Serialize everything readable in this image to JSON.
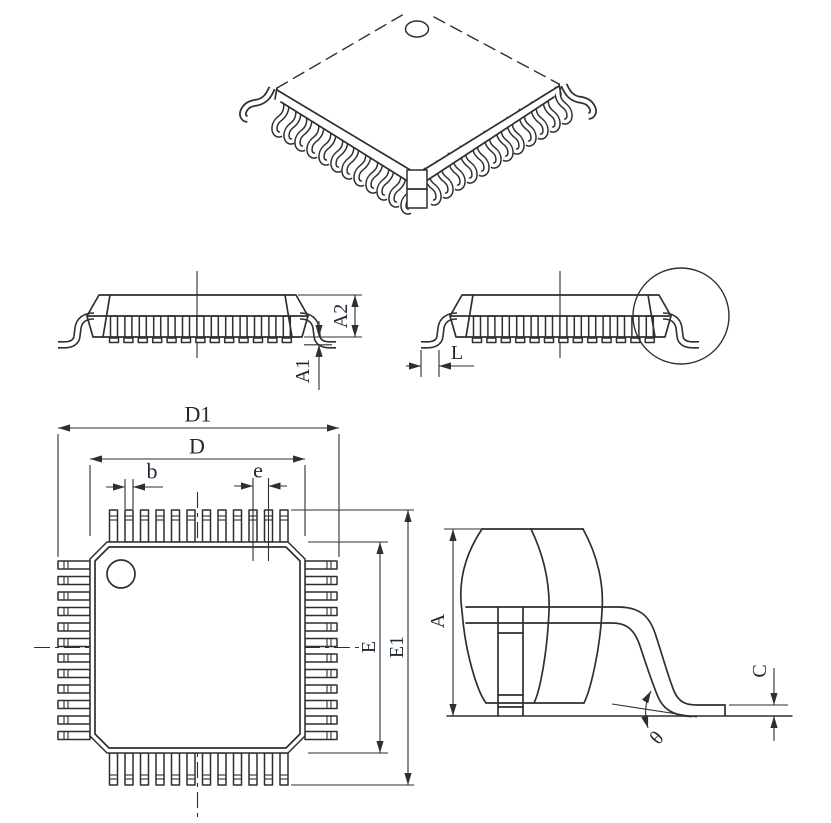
{
  "colors": {
    "background": "#ffffff",
    "line": "#2f2f2f",
    "label": "#1f2733"
  },
  "views": {
    "isometric": {
      "description": "3d-perspective-view-of-qfp-package",
      "pin1_marker": "circle",
      "leads_per_visible_side": 12
    },
    "side_left": {
      "description": "side-profile-view",
      "dims": {
        "a2": "A2",
        "a1": "A1"
      }
    },
    "side_right": {
      "description": "side-profile-view-with-detail-circle",
      "dims": {
        "l": "L"
      }
    },
    "top": {
      "description": "top-view-of-package",
      "leads_per_side": 12,
      "dims": {
        "d1": "D1",
        "d": "D",
        "b": "b",
        "e": "e",
        "E": "E",
        "e1": "E1"
      }
    },
    "detail": {
      "description": "lead-cross-section-detail",
      "dims": {
        "a": "A",
        "c": "C",
        "theta": "θ"
      }
    }
  }
}
